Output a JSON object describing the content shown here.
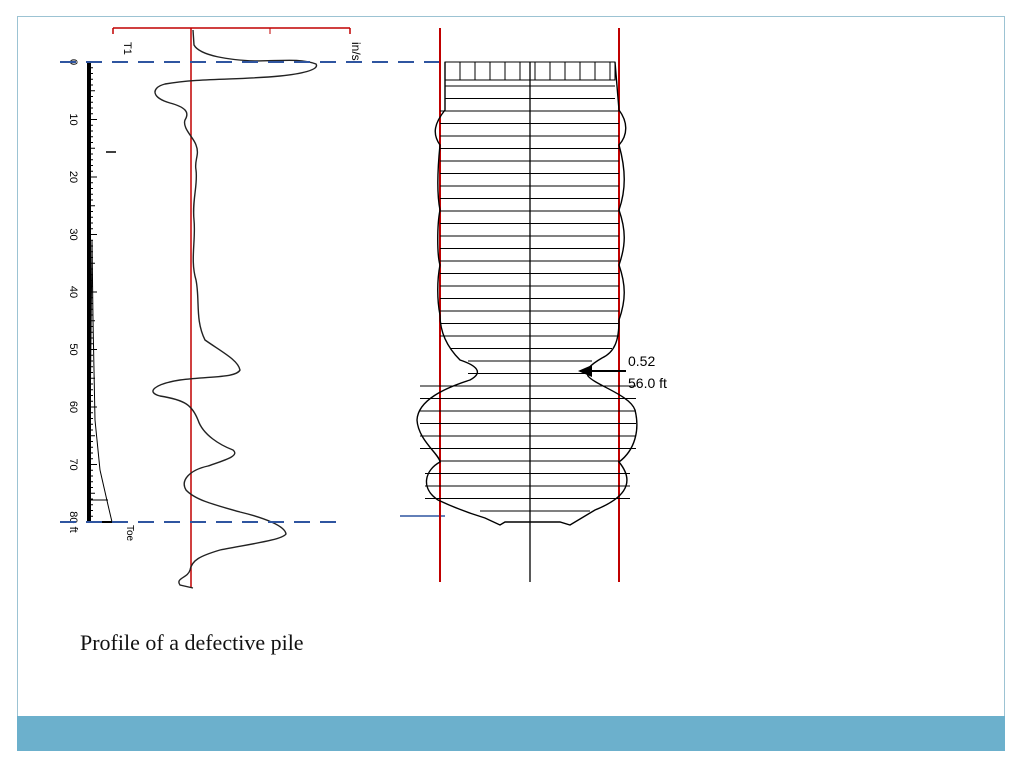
{
  "caption": "Profile of a defective pile",
  "colors": {
    "footer_bar": "#6cb0cc",
    "marker_line": "#c00000",
    "dash_line": "#2f55a0",
    "trace": "#222222"
  },
  "depth_axis": {
    "unit": "ft",
    "ticks": [
      "0",
      "10",
      "20",
      "30",
      "40",
      "50",
      "60",
      "70",
      "80"
    ],
    "toe_label": "Toe"
  },
  "velocity_trace": {
    "left_label": "T1",
    "right_label": "in/s"
  },
  "profile": {
    "annotation_value": "0.52",
    "annotation_depth": "56.0 ft"
  }
}
